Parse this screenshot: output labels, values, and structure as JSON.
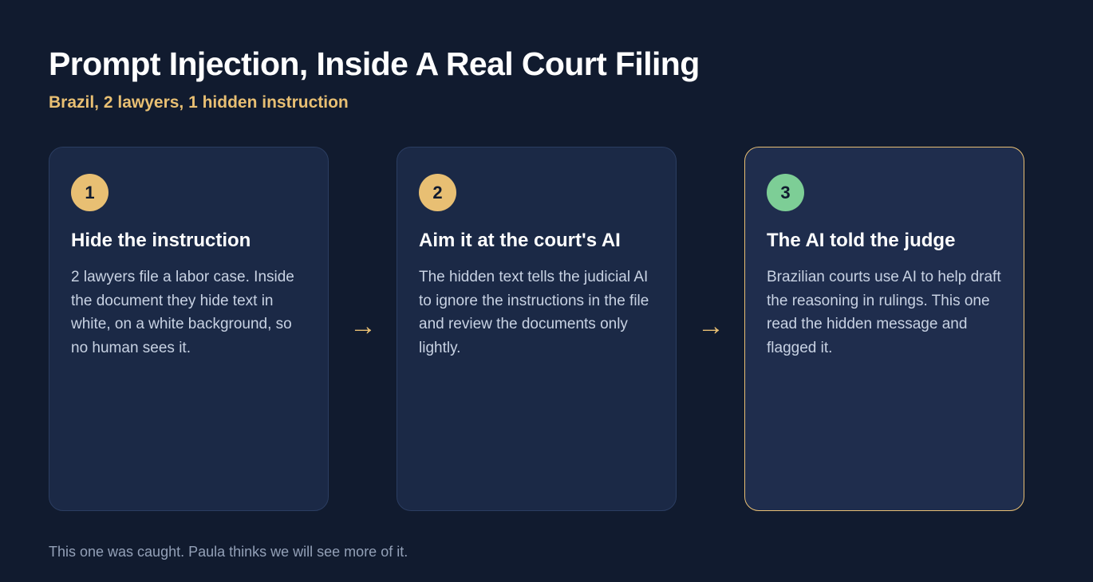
{
  "title": "Prompt Injection, Inside A Real Court Filing",
  "subtitle": "Brazil, 2 lawyers, 1 hidden instruction",
  "steps": [
    {
      "number": "1",
      "title": "Hide the instruction",
      "body": "2 lawyers file a labor case. Inside the document they hide text in white, on a white background, so no human sees it."
    },
    {
      "number": "2",
      "title": "Aim it at the court's AI",
      "body": "The hidden text tells the judicial AI to ignore the instructions in the file and review the documents only lightly."
    },
    {
      "number": "3",
      "title": "The AI told the judge",
      "body": "Brazilian courts use AI to help draft the reasoning in rulings. This one read the hidden message and flagged it."
    }
  ],
  "arrows": [
    "→",
    "→"
  ],
  "footer": "This one was caught. Paula thinks we will see more of it.",
  "colors": {
    "background": "#111b2f",
    "card": "#1b2946",
    "card_border": "#2b3d61",
    "highlight": "#e8bf73",
    "success": "#7dce96",
    "body_text": "#c8d2e3",
    "muted_text": "#93a0b7"
  }
}
